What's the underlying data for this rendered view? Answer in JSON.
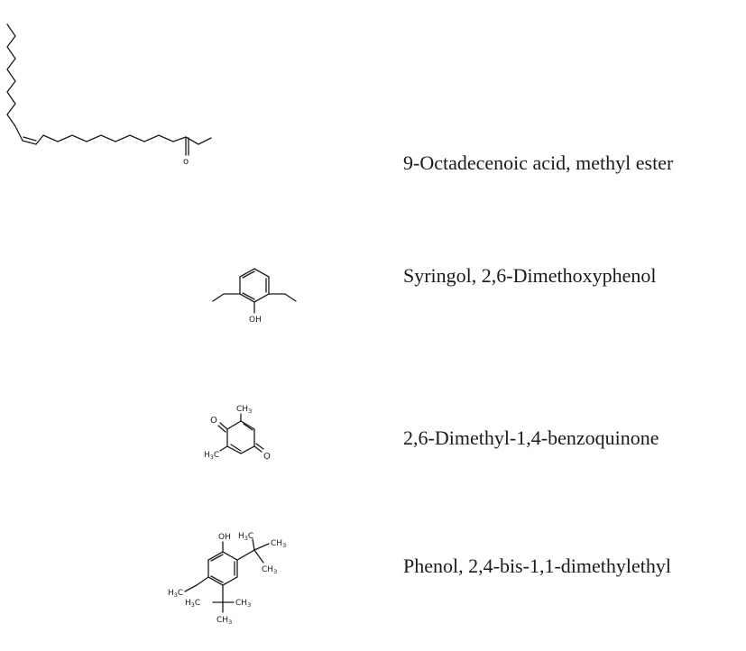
{
  "compounds": [
    {
      "name": "9-Octadecenoic acid, methyl ester",
      "atoms": {
        "carbonyl_o": "o"
      }
    },
    {
      "name": "Syringol, 2,6-Dimethoxyphenol",
      "atoms": {
        "hydroxyl": "OH"
      }
    },
    {
      "name": "2,6-Dimethyl-1,4-benzoquinone",
      "atoms": {
        "oxo_top": "O",
        "oxo_bottom": "O",
        "methyl_top": "CH",
        "methyl_top_sub": "3",
        "methyl_left": "H",
        "methyl_left_sub": "3",
        "methyl_left_tail": "C"
      }
    },
    {
      "name": "Phenol, 2,4-bis-1,1-dimethylethyl",
      "atoms": {
        "hydroxyl": "OH",
        "tbu1_methyl_a": "H",
        "tbu1_methyl_a_sub": "3",
        "tbu1_methyl_a_tail": "C",
        "tbu1_methyl_b": "CH",
        "tbu1_methyl_b_sub": "3",
        "tbu1_methyl_c": "CH",
        "tbu1_methyl_c_sub": "3",
        "ethyl_methyl": "H",
        "ethyl_methyl_sub": "3",
        "ethyl_methyl_tail": "C",
        "tbu2_methyl_a": "H",
        "tbu2_methyl_a_sub": "3",
        "tbu2_methyl_a_tail": "C",
        "tbu2_methyl_b": "CH",
        "tbu2_methyl_b_sub": "3",
        "tbu2_methyl_c": "CH",
        "tbu2_methyl_c_sub": "3"
      }
    }
  ]
}
